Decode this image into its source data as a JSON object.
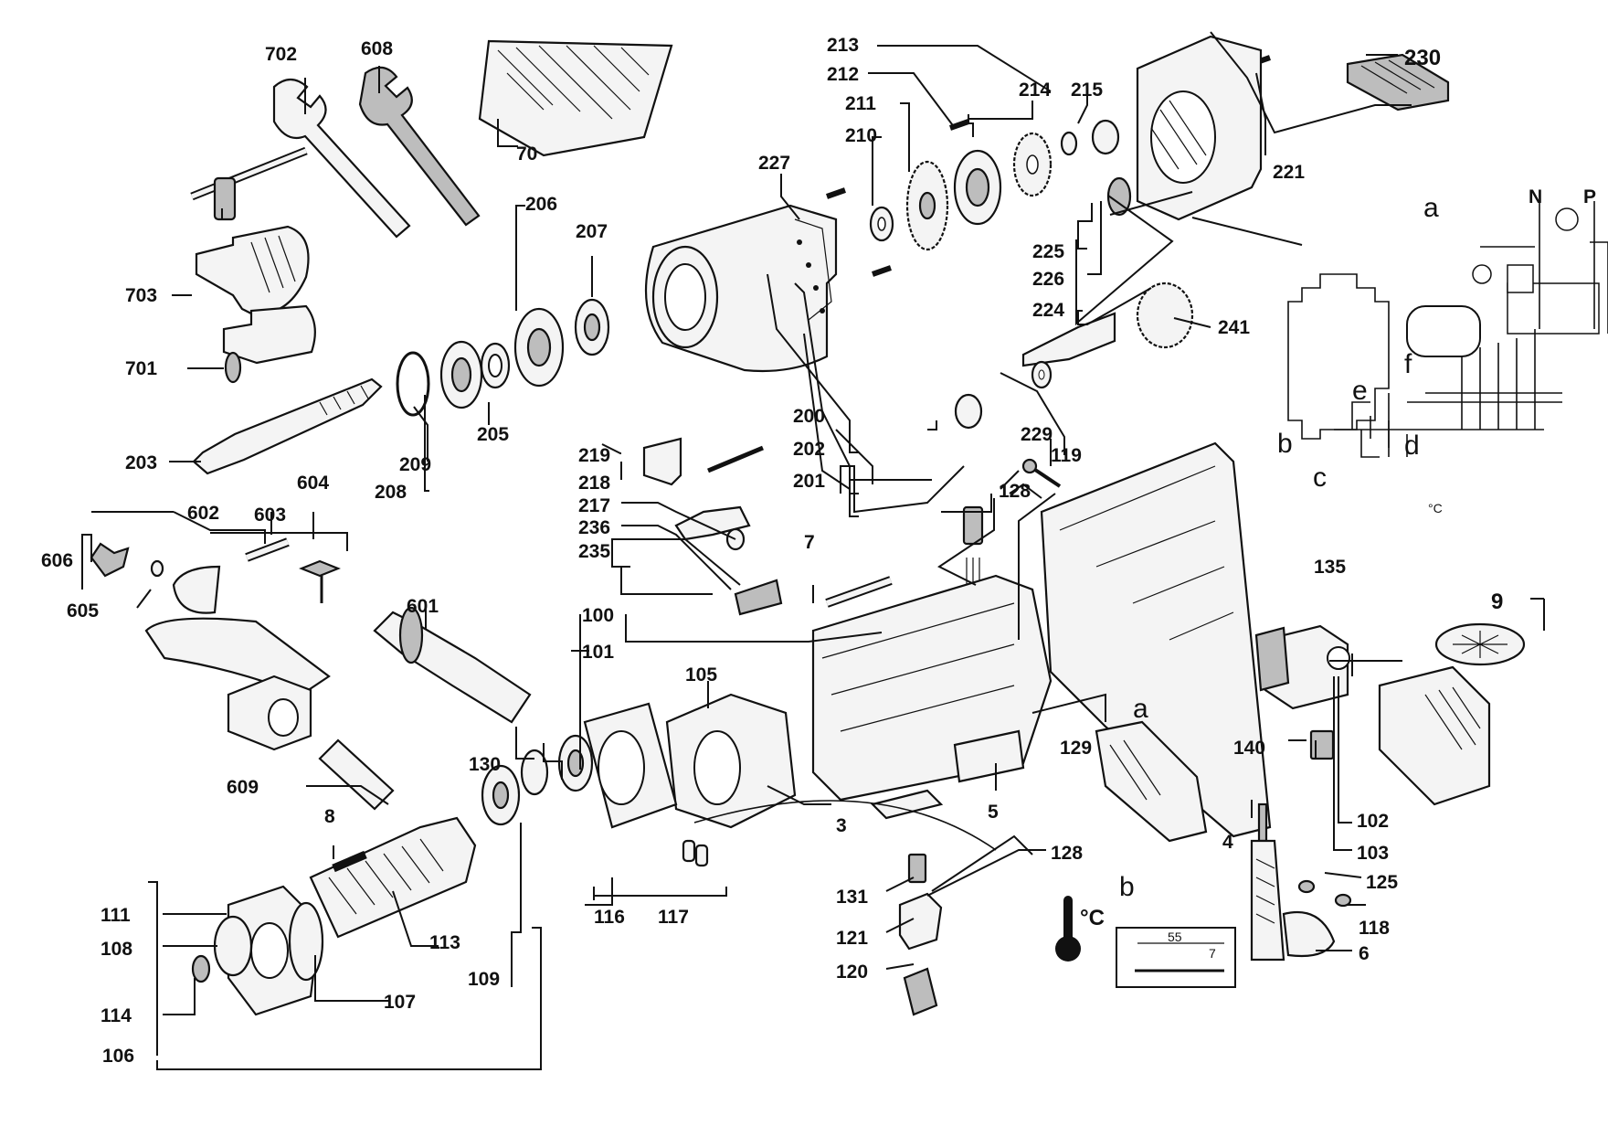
{
  "labels": {
    "p702": "702",
    "p608": "608",
    "p70": "70",
    "p703": "703",
    "p701": "701",
    "p203": "203",
    "p209": "209",
    "p208": "208",
    "p205": "205",
    "p206": "206",
    "p207": "207",
    "p227": "227",
    "p210": "210",
    "p211": "211",
    "p212": "212",
    "p213": "213",
    "p214": "214",
    "p215": "215",
    "p221": "221",
    "p230": "230",
    "p225": "225",
    "p226": "226",
    "p224": "224",
    "p241": "241",
    "p200": "200",
    "p202": "202",
    "p201": "201",
    "p229": "229",
    "p219": "219",
    "p218": "218",
    "p217": "217",
    "p236": "236",
    "p235": "235",
    "p119": "119",
    "p128a": "128",
    "p606": "606",
    "p602": "602",
    "p603": "603",
    "p604": "604",
    "p605": "605",
    "p601": "601",
    "p609": "609",
    "p7": "7",
    "p100": "100",
    "p101": "101",
    "p105": "105",
    "p130": "130",
    "p135": "135",
    "p9": "9",
    "p140": "140",
    "p129": "129",
    "p102": "102",
    "p103": "103",
    "p4": "4",
    "p125": "125",
    "p118": "118",
    "p6": "6",
    "p3": "3",
    "p5": "5",
    "p128b": "128",
    "p131": "131",
    "p121": "121",
    "p120": "120",
    "p8": "8",
    "p111": "111",
    "p108": "108",
    "p114": "114",
    "p106": "106",
    "p113": "113",
    "p109": "109",
    "p107": "107",
    "p116": "116",
    "p117": "117",
    "la_top": "a",
    "la_mid": "a",
    "lb_mid": "b",
    "lb_left": "b",
    "lc": "c",
    "ld": "d",
    "le": "e",
    "lf": "f",
    "lN": "N",
    "lP": "P",
    "temp_c_small": "°C",
    "temp_c_big": "°C",
    "dim55": "55",
    "dim7": "7"
  }
}
